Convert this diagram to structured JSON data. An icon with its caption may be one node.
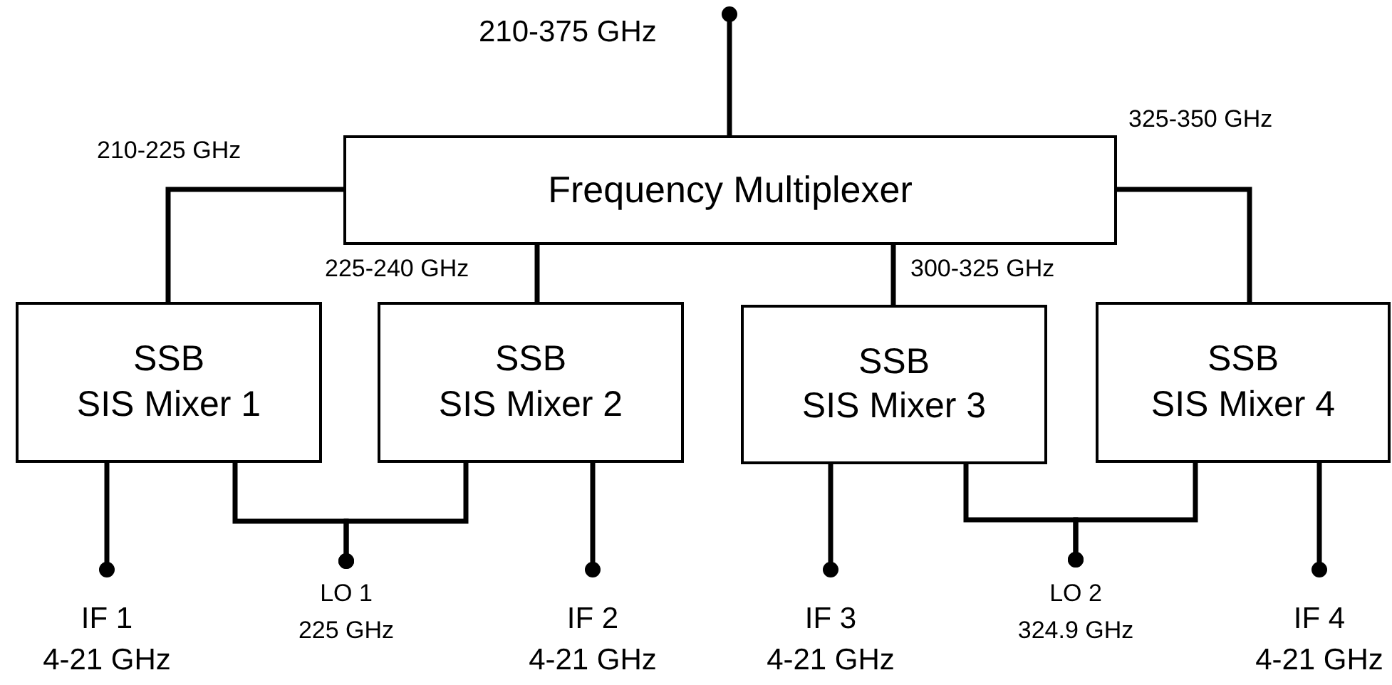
{
  "diagram": {
    "nodes": [
      {
        "text": [
          "210-375 GHz"
        ]
      },
      {
        "text": [
          "Frequency Multiplexer"
        ]
      },
      {
        "text": [
          "SSB",
          "SIS Mixer 1"
        ]
      },
      {
        "text": [
          "SSB",
          "SIS Mixer 2"
        ]
      },
      {
        "text": [
          "SSB",
          "SIS Mixer 3"
        ]
      },
      {
        "text": [
          "SSB",
          "SIS Mixer 4"
        ]
      },
      {
        "text": [
          "IF 1",
          "4-21 GHz"
        ]
      },
      {
        "text": [
          "LO 1",
          "225 GHz"
        ]
      },
      {
        "text": [
          "IF 2",
          "4-21 GHz"
        ]
      },
      {
        "text": [
          "IF 3",
          "4-21 GHz"
        ]
      },
      {
        "text": [
          "LO 2",
          "324.9 GHz"
        ]
      },
      {
        "text": [
          "IF 4",
          "4-21 GHz"
        ]
      }
    ],
    "edges": [
      {
        "from": 0,
        "to": 1,
        "arrow": "other"
      },
      {
        "from": 1,
        "to": 2,
        "arrow": "none",
        "label": "210-225 GHz"
      },
      {
        "from": 1,
        "to": 3,
        "arrow": "none",
        "label": "225-240 GHz"
      },
      {
        "from": 1,
        "to": 4,
        "arrow": "none",
        "label": "300-325 GHz"
      },
      {
        "from": 1,
        "to": 5,
        "arrow": "none",
        "label": "325-350 GHz"
      },
      {
        "from": 6,
        "to": 2,
        "arrow": "other"
      },
      {
        "from": 7,
        "to": 2,
        "arrow": "other"
      },
      {
        "from": 7,
        "to": 3,
        "arrow": "other"
      },
      {
        "from": 8,
        "to": 3,
        "arrow": "other"
      },
      {
        "from": 9,
        "to": 4,
        "arrow": "other"
      },
      {
        "from": 10,
        "to": 4,
        "arrow": "other"
      },
      {
        "from": 10,
        "to": 5,
        "arrow": "other"
      },
      {
        "from": 11,
        "to": 5,
        "arrow": "other"
      }
    ]
  }
}
